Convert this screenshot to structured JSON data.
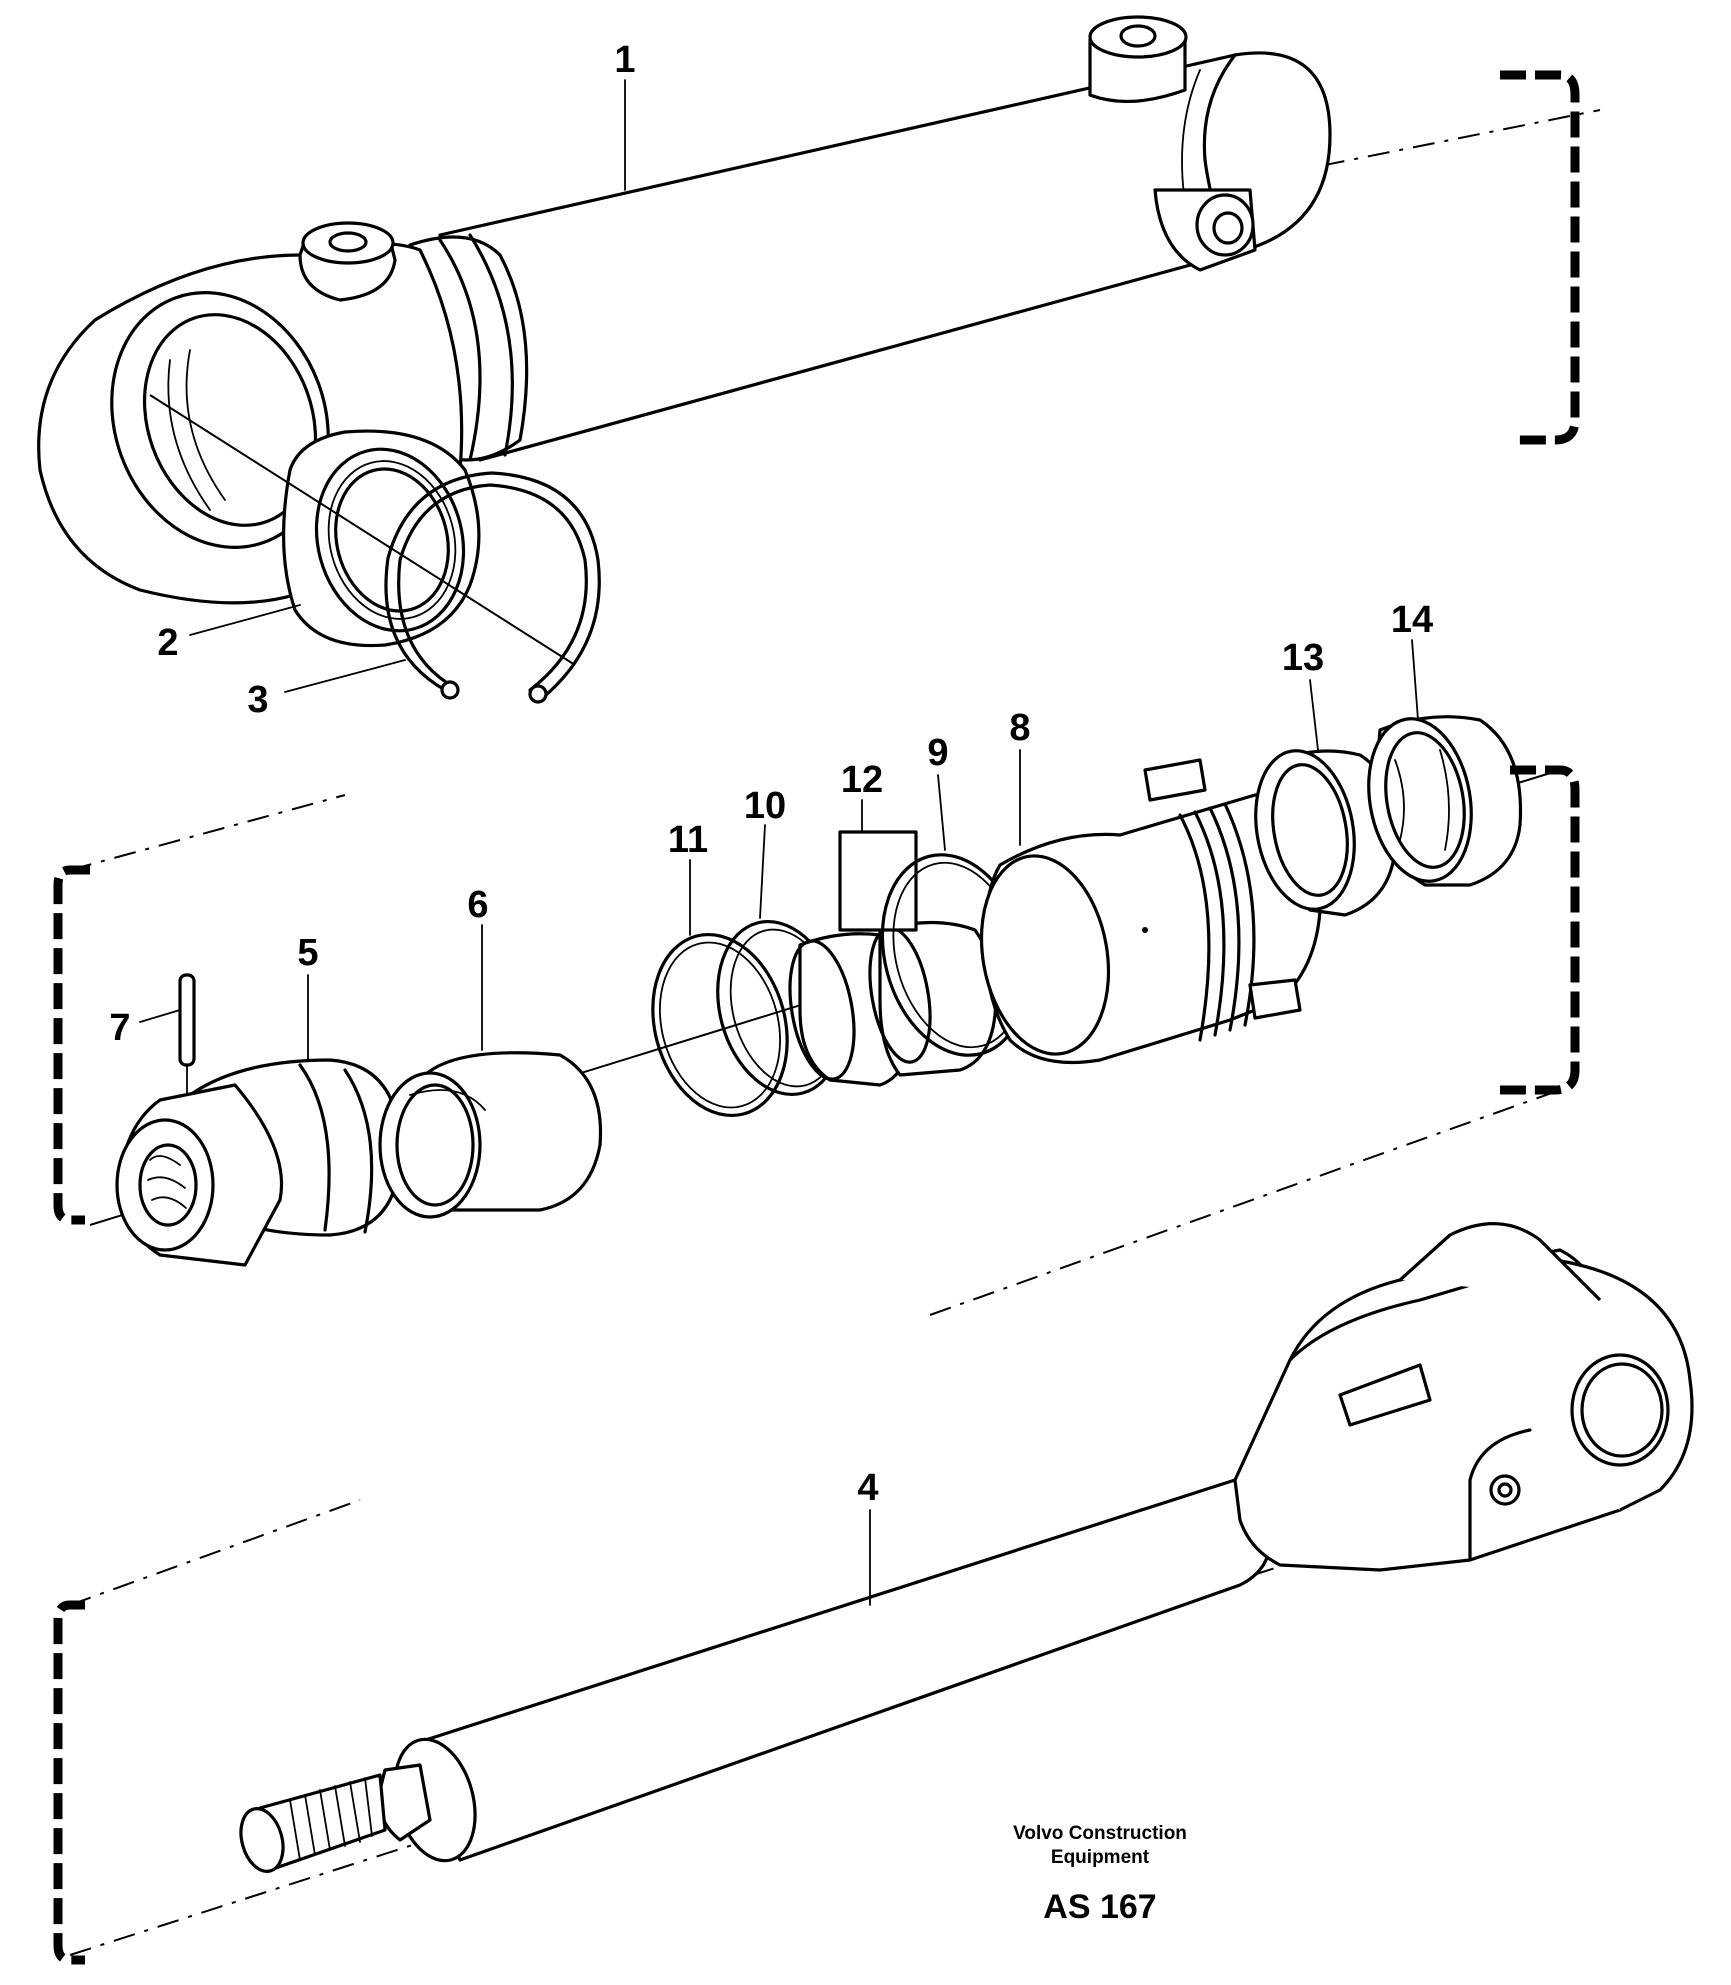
{
  "diagram": {
    "callouts": [
      {
        "id": "1",
        "label": "1"
      },
      {
        "id": "2",
        "label": "2"
      },
      {
        "id": "3",
        "label": "3"
      },
      {
        "id": "4",
        "label": "4"
      },
      {
        "id": "5",
        "label": "5"
      },
      {
        "id": "6",
        "label": "6"
      },
      {
        "id": "7",
        "label": "7"
      },
      {
        "id": "8",
        "label": "8"
      },
      {
        "id": "9",
        "label": "9"
      },
      {
        "id": "10",
        "label": "10"
      },
      {
        "id": "11",
        "label": "11"
      },
      {
        "id": "12",
        "label": "12"
      },
      {
        "id": "13",
        "label": "13"
      },
      {
        "id": "14",
        "label": "14"
      }
    ]
  },
  "caption": {
    "organization": "Volvo Construction\nEquipment",
    "drawing_code": "AS 167"
  }
}
